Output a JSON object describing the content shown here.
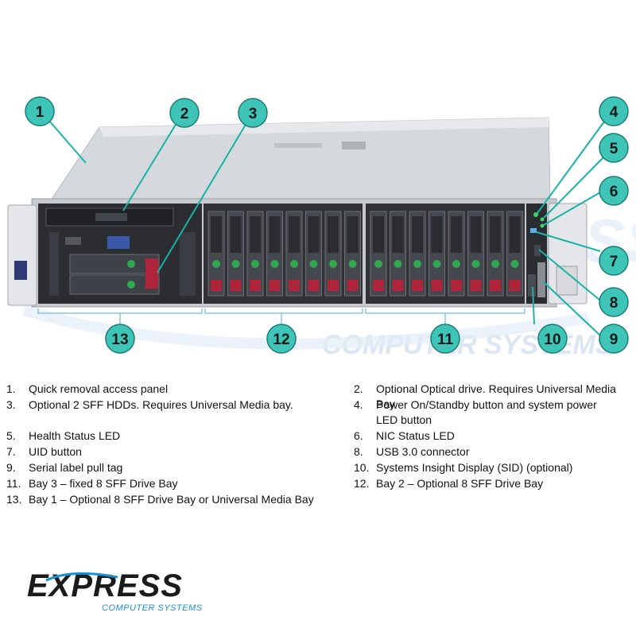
{
  "colors": {
    "callout_fill": "#3fc4b8",
    "callout_stroke": "#1a7d75",
    "leader_line": "#19b3a6",
    "bracket_line": "#8cc6df",
    "drive_green": "#2fa84f",
    "drive_red": "#b0243b",
    "chassis_silver": "#c9ccd0",
    "watermark": "#d6e4f2"
  },
  "callouts": [
    "1",
    "2",
    "3",
    "4",
    "5",
    "6",
    "7",
    "8",
    "9",
    "10",
    "11",
    "12",
    "13"
  ],
  "watermark": {
    "brand": "EXPRESS",
    "tagline": "COMPUTER SYSTEMS"
  },
  "legend": [
    {
      "num": "1.",
      "text": "Quick removal access panel"
    },
    {
      "num": "2.",
      "text": "Optional Optical drive. Requires Universal Media Bay"
    },
    {
      "num": "3.",
      "text": "Optional 2 SFF HDDs. Requires Universal Media bay."
    },
    {
      "num": "4.",
      "text": "Power On/Standby button and system power LED button"
    },
    {
      "num": "5.",
      "text": "Health Status LED"
    },
    {
      "num": "6.",
      "text": "NIC Status LED"
    },
    {
      "num": "7.",
      "text": "UID button"
    },
    {
      "num": "8.",
      "text": "USB 3.0 connector"
    },
    {
      "num": "9.",
      "text": "Serial label pull tag"
    },
    {
      "num": "10.",
      "text": "Systems Insight Display (SID) (optional)"
    },
    {
      "num": "11.",
      "text": "Bay 3 – fixed 8 SFF Drive Bay"
    },
    {
      "num": "12.",
      "text": "Bay 2 – Optional 8 SFF Drive Bay"
    },
    {
      "num": "13.",
      "text": "Bay 1 – Optional 8 SFF Drive Bay or Universal Media Bay"
    }
  ],
  "logo": {
    "brand": "EXPRESS",
    "tagline": "COMPUTER SYSTEMS"
  }
}
